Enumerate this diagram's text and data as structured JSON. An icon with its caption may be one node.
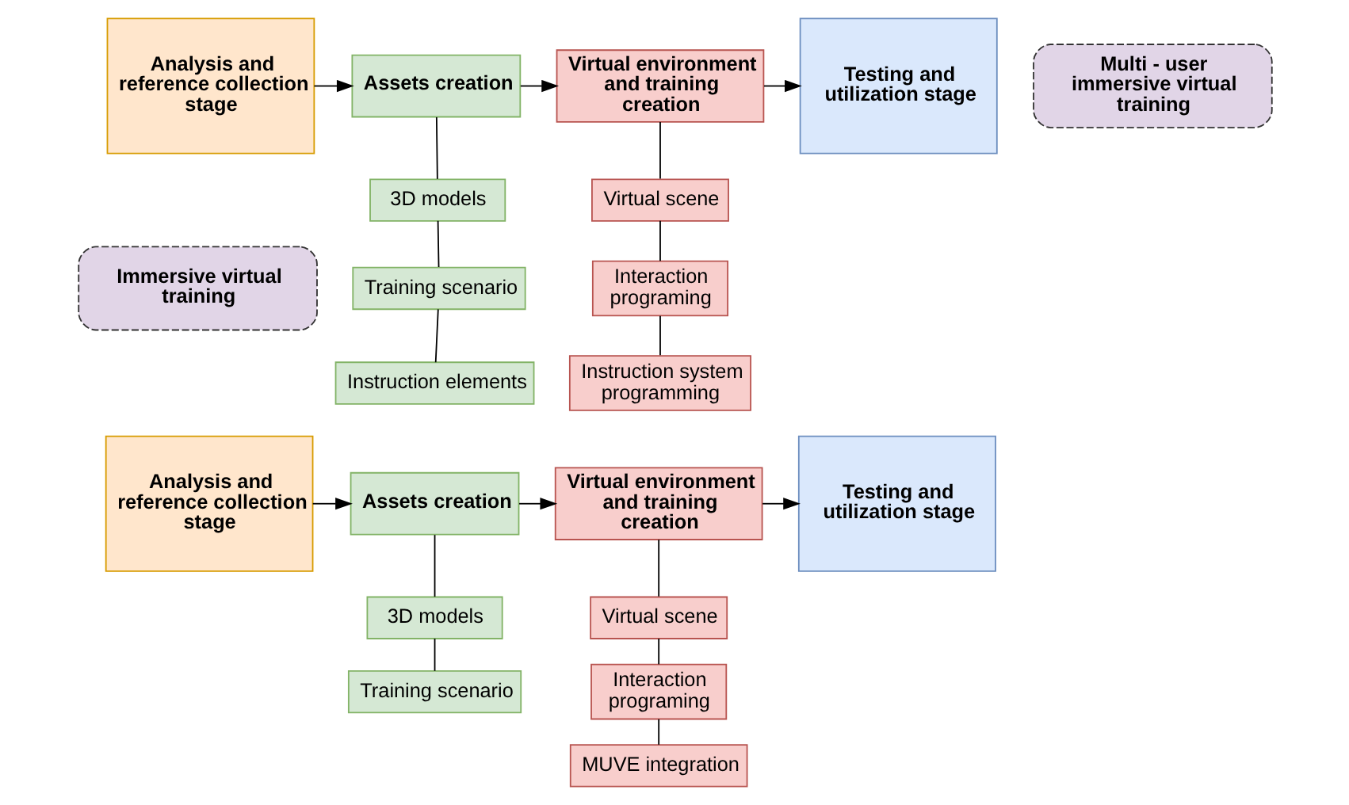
{
  "diagram": {
    "nodes": [
      {
        "text": [
          "Analysis and reference collection stage"
        ]
      },
      {
        "text": [
          "Assets creation"
        ]
      },
      {
        "text": [
          "3D models"
        ]
      },
      {
        "text": [
          "Training scenario"
        ]
      },
      {
        "text": [
          "Instruction elements"
        ]
      },
      {
        "text": [
          "Virtual environment and training creation"
        ]
      },
      {
        "text": [
          "Virtual scene"
        ]
      },
      {
        "text": [
          "Interaction programing"
        ]
      },
      {
        "text": [
          "Instruction system programming"
        ]
      },
      {
        "text": [
          "Testing and utilization stage"
        ]
      },
      {
        "text": [
          "Immersive virtual training"
        ]
      },
      {
        "text": [
          "Analysis and reference collection stage"
        ]
      },
      {
        "text": [
          "Assets creation"
        ]
      },
      {
        "text": [
          "3D models"
        ]
      },
      {
        "text": [
          "Training scenario"
        ]
      },
      {
        "text": [
          "Virtual environment and training creation"
        ]
      },
      {
        "text": [
          "Virtual scene"
        ]
      },
      {
        "text": [
          "Interaction programing"
        ]
      },
      {
        "text": [
          "MUVE integration"
        ]
      },
      {
        "text": [
          "Testing and utilization stage"
        ]
      },
      {
        "text": [
          "Multi - user immersive virtual training"
        ]
      }
    ],
    "edges": [
      {
        "from": 0,
        "to": 1,
        "arrow": "to"
      },
      {
        "from": 1,
        "to": 5,
        "arrow": "to"
      },
      {
        "from": 5,
        "to": 9,
        "arrow": "to"
      },
      {
        "from": 1,
        "to": 2,
        "arrow": "none"
      },
      {
        "from": 2,
        "to": 3,
        "arrow": "none"
      },
      {
        "from": 3,
        "to": 4,
        "arrow": "none"
      },
      {
        "from": 5,
        "to": 6,
        "arrow": "none"
      },
      {
        "from": 6,
        "to": 7,
        "arrow": "none"
      },
      {
        "from": 7,
        "to": 8,
        "arrow": "none"
      },
      {
        "from": 11,
        "to": 12,
        "arrow": "to"
      },
      {
        "from": 12,
        "to": 15,
        "arrow": "to"
      },
      {
        "from": 15,
        "to": 19,
        "arrow": "to"
      },
      {
        "from": 12,
        "to": 13,
        "arrow": "none"
      },
      {
        "from": 13,
        "to": 14,
        "arrow": "none"
      },
      {
        "from": 15,
        "to": 16,
        "arrow": "none"
      },
      {
        "from": 16,
        "to": 17,
        "arrow": "none"
      },
      {
        "from": 17,
        "to": 18,
        "arrow": "none"
      }
    ]
  }
}
